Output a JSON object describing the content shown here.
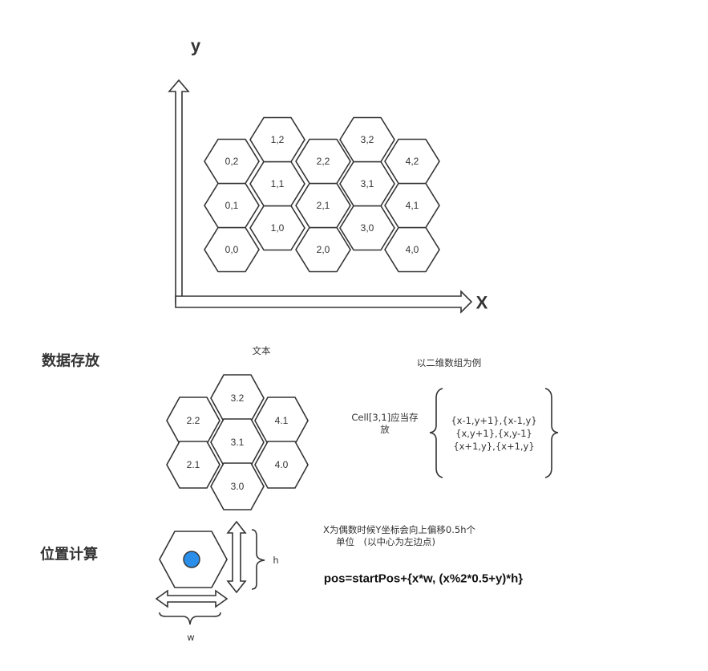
{
  "axes": {
    "y_label": "y",
    "x_label": "X"
  },
  "grid": {
    "columns": [
      {
        "col": 0,
        "cells": [
          "0,0",
          "0,1",
          "0,2"
        ]
      },
      {
        "col": 1,
        "cells": [
          "1,0",
          "1,1",
          "1,2"
        ]
      },
      {
        "col": 2,
        "cells": [
          "2,0",
          "2,1",
          "2,2"
        ]
      },
      {
        "col": 3,
        "cells": [
          "3,0",
          "3,1",
          "3,2"
        ]
      },
      {
        "col": 4,
        "cells": [
          "4,0",
          "4,1",
          "4,2"
        ]
      }
    ]
  },
  "storage": {
    "heading": "数据存放",
    "text_label": "文本",
    "example_title": "以二维数组为例",
    "cells": {
      "top": "3.2",
      "upper_left": "2.2",
      "upper_right": "4.1",
      "center": "3.1",
      "lower_left": "2.1",
      "lower_right": "4.0",
      "bottom": "3.0"
    },
    "cell_note_line1": "Cell[3,1]应当存",
    "cell_note_line2": "放",
    "neighbors_line1": "{x-1,y+1},{x-1,y}",
    "neighbors_line2": "{x,y+1},{x,y-1}",
    "neighbors_line3": "{x+1,y},{x+1,y}"
  },
  "position": {
    "heading": "位置计算",
    "note_line1": "X为偶数时候Y坐标会向上偏移0.5h个",
    "note_line2": "单位　(以中心为左边点)",
    "formula": "pos=startPos+{x*w,  (x%2*0.5+y)*h}",
    "h_label": "h",
    "w_label": "w",
    "center_dot_color": "#2b8ee8"
  }
}
